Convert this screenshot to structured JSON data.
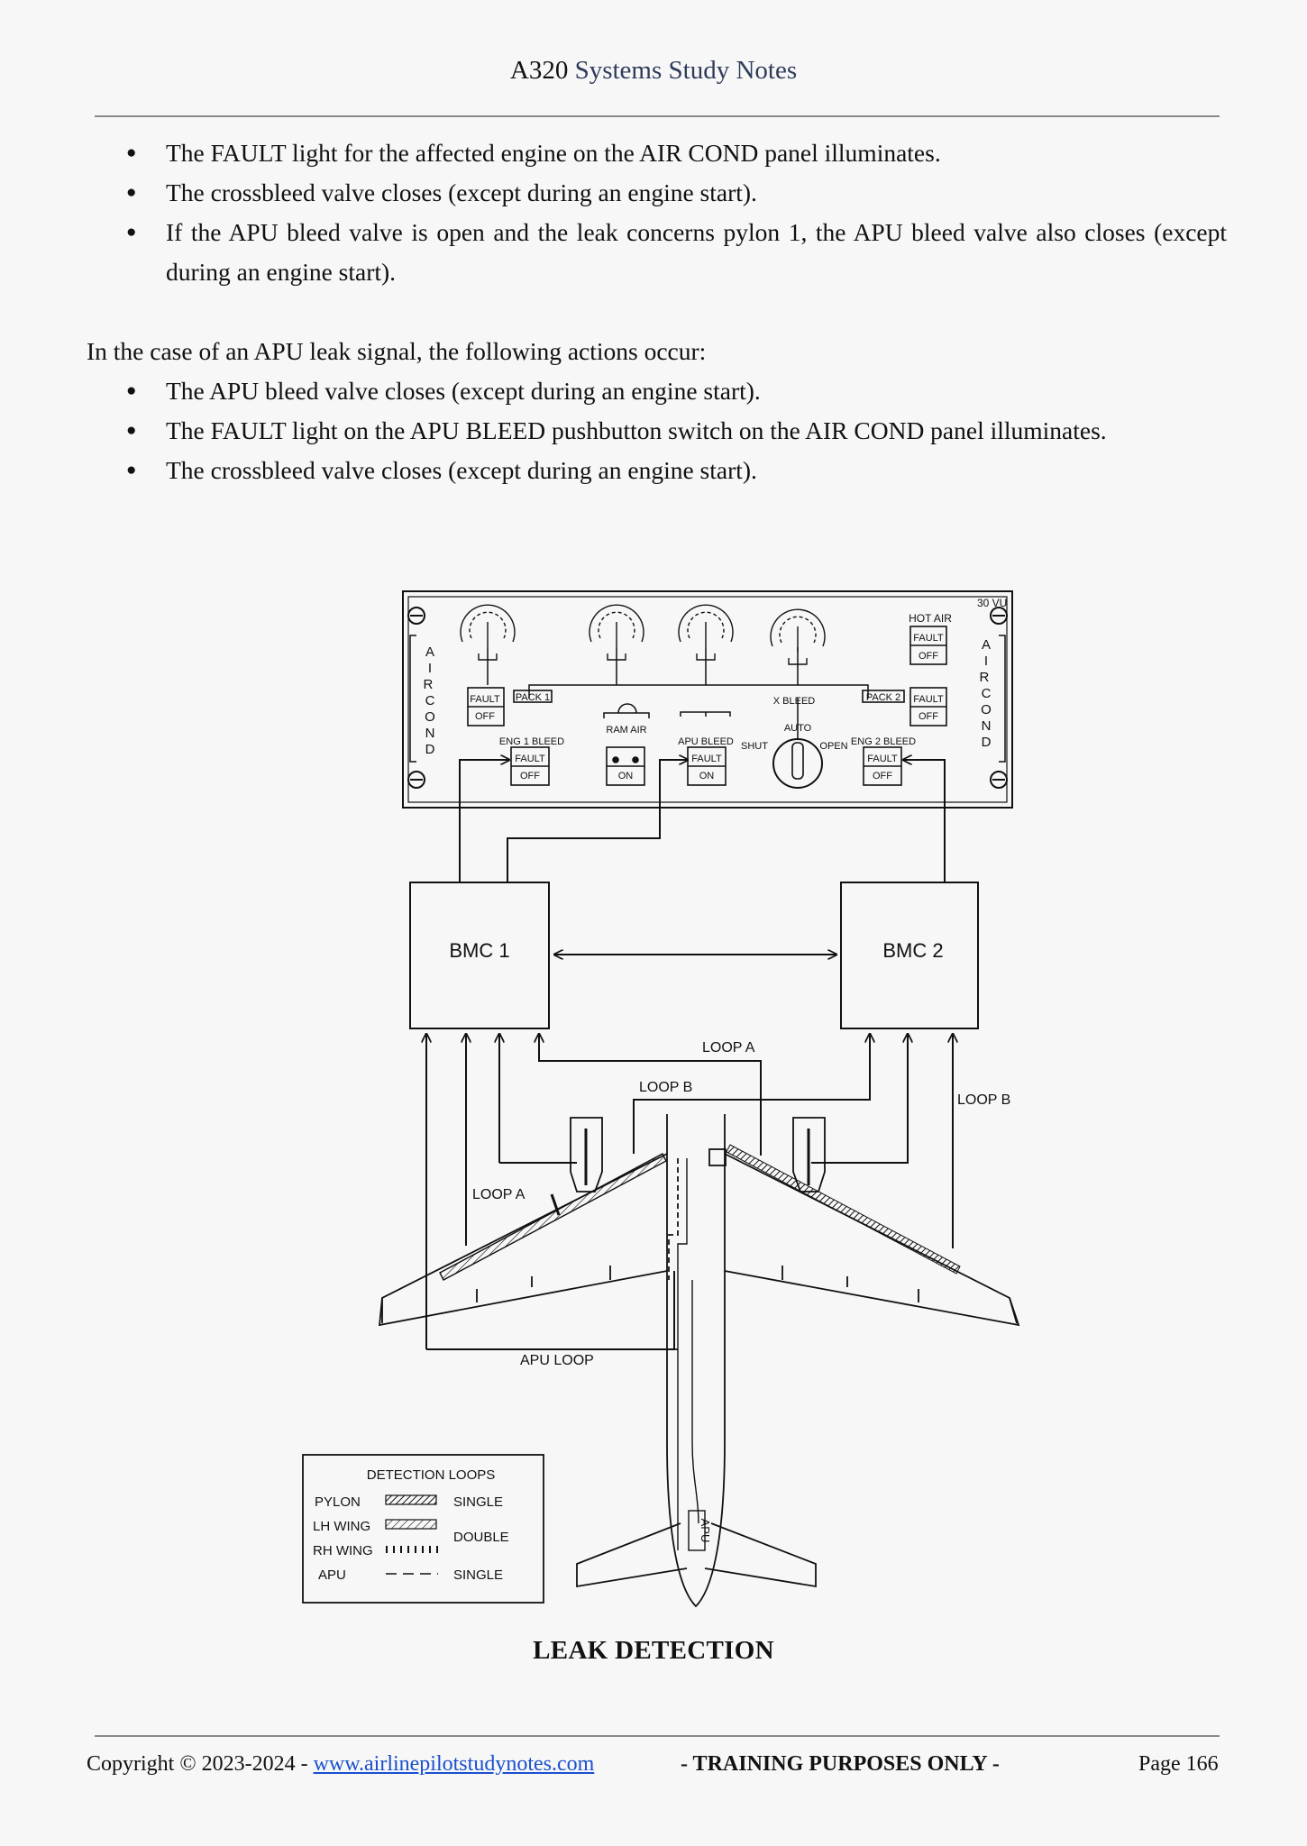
{
  "header": {
    "title_bold": "A320",
    "title_rest": "Systems Study Notes"
  },
  "leak_actions": [
    "The FAULT light for the affected engine on the AIR COND panel illuminates.",
    "The crossbleed valve closes (except during an engine start).",
    "If the APU bleed valve is open and the leak concerns pylon 1, the APU bleed valve also closes (except during an engine start)."
  ],
  "apu_intro": "In the case of an APU leak signal, the following actions occur:",
  "apu_actions": [
    "The APU bleed valve closes (except during an engine start).",
    "The FAULT light on the APU BLEED pushbutton switch on the AIR COND panel illuminates.",
    "The crossbleed valve closes (except during an engine start)."
  ],
  "diagram": {
    "panel_id": "30 VU",
    "panel_side_label": "AIR COND",
    "hot_air": "HOT AIR",
    "fault": "FAULT",
    "off": "OFF",
    "on": "ON",
    "pack1": "PACK 1",
    "pack2": "PACK 2",
    "x_bleed": "X BLEED",
    "auto": "AUTO",
    "shut": "SHUT",
    "open": "OPEN",
    "eng1_bleed": "ENG 1 BLEED",
    "eng2_bleed": "ENG 2 BLEED",
    "ram_air": "RAM AIR",
    "apu_bleed": "APU BLEED",
    "bmc1": "BMC 1",
    "bmc2": "BMC 2",
    "loop_a": "LOOP A",
    "loop_b": "LOOP B",
    "apu_loop": "APU LOOP",
    "apu": "APU",
    "legend": {
      "title": "DETECTION LOOPS",
      "rows": [
        {
          "label": "PYLON",
          "type": "SINGLE"
        },
        {
          "label": "LH WING",
          "type": "DOUBLE"
        },
        {
          "label": "RH WING",
          "type": ""
        },
        {
          "label": "APU",
          "type": "SINGLE"
        }
      ]
    }
  },
  "caption": "LEAK DETECTION",
  "footer": {
    "copyright": "Copyright © 2023-2024 - ",
    "link": "www.airlinepilotstudynotes.com",
    "notice": "- TRAINING PURPOSES ONLY -",
    "page": "Page 166"
  }
}
